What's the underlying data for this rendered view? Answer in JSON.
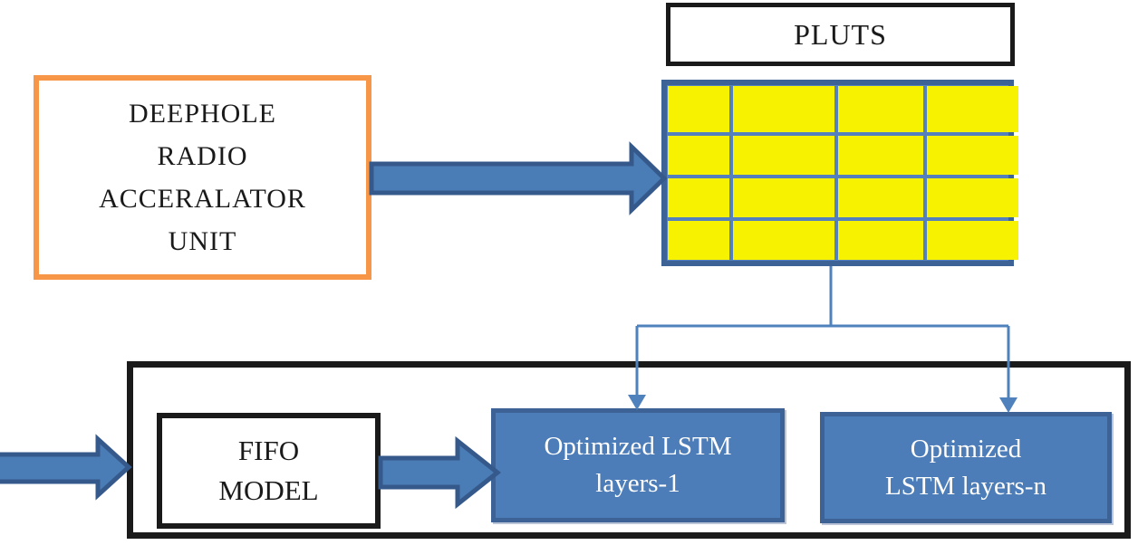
{
  "diagram": {
    "title": "DEEPHOLE radio accelerator / PLUT / FIFO LSTM block diagram",
    "boxes": {
      "deephole": {
        "label": "DEEPHOLE RADIO ACCERALATOR UNIT",
        "lines": [
          "DEEPHOLE",
          "RADIO",
          "ACCERALATOR",
          "UNIT"
        ],
        "border_color": "#F79646"
      },
      "pluts": {
        "label": "PLUTS",
        "border_color": "#1a1a1a"
      },
      "fifo": {
        "label": "FIFO MODEL",
        "lines": [
          "FIFO",
          "MODEL"
        ],
        "border_color": "#1a1a1a"
      },
      "lstm1": {
        "label": "Optimized LSTM layers-1",
        "lines": [
          "Optimized LSTM",
          "layers-1"
        ],
        "fill_color": "#4C7DB8",
        "border_color": "#3D6396",
        "text_color": "#ffffff"
      },
      "lstmn": {
        "label": "Optimized LSTM layers-n",
        "lines": [
          "Optimized",
          "LSTM layers-n"
        ],
        "fill_color": "#4C7DB8",
        "border_color": "#3D6396",
        "text_color": "#ffffff"
      },
      "outer_container": {
        "label": "",
        "border_color": "#1a1a1a"
      }
    },
    "plut_grid": {
      "rows": 4,
      "cols": 4,
      "cell_color": "#F7F200",
      "line_color": "#5580BE",
      "border_color": "#3D6396",
      "col_widths_percent": [
        18,
        30,
        25,
        27
      ]
    },
    "connections": [
      {
        "from": "deephole",
        "to": "plut-grid",
        "style": "thick-block-arrow"
      },
      {
        "from": "external-left",
        "to": "outer-container",
        "style": "thick-block-arrow"
      },
      {
        "from": "fifo",
        "to": "lstm1",
        "style": "thick-block-arrow"
      },
      {
        "from": "plut-grid",
        "to": "lstm1",
        "style": "thin-line-arrow"
      },
      {
        "from": "plut-grid",
        "to": "lstmn",
        "style": "thin-line-arrow"
      }
    ],
    "colors": {
      "block_arrow_fill": "#4A7CB5",
      "block_arrow_stroke": "#36598C",
      "connector_line": "#4F81BD",
      "grid_yellow": "#F7F200",
      "orange_border": "#F79646",
      "black_border": "#1a1a1a"
    }
  }
}
